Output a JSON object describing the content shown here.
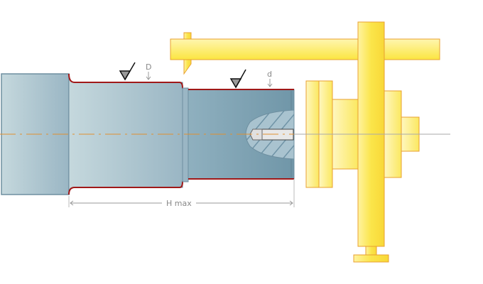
{
  "labels": {
    "D": "D",
    "d": "d",
    "h_max": "H max"
  },
  "colors": {
    "shaft": "#8fb0bf",
    "outline_red": "#a01818",
    "tool_yellow": "#fbe54a",
    "tool_border": "#e8a030",
    "centerline": "#e09030"
  }
}
